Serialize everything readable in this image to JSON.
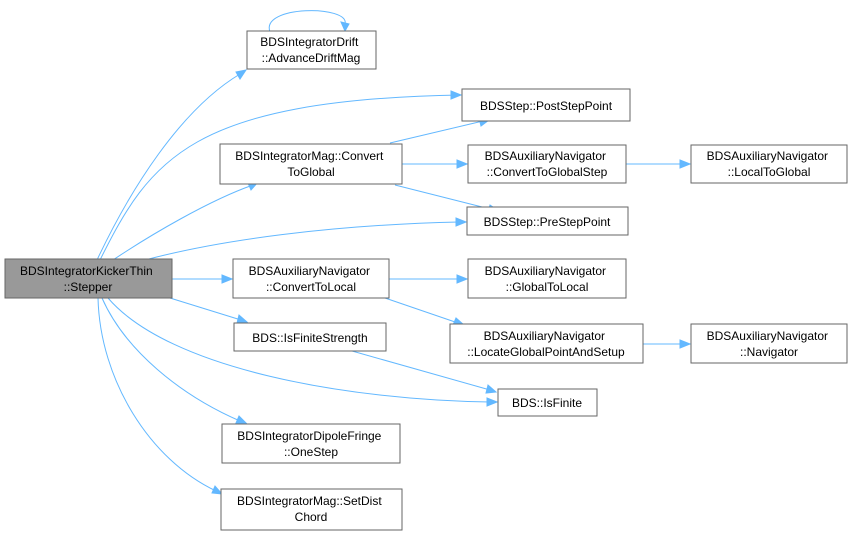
{
  "graph": {
    "nodes": {
      "stepper": {
        "lines": [
          "BDSIntegratorKickerThin",
          "::Stepper"
        ]
      },
      "advanceDriftMag": {
        "lines": [
          "BDSIntegratorDrift",
          "::AdvanceDriftMag"
        ]
      },
      "postStepPoint": {
        "lines": [
          "BDSStep::PostStepPoint"
        ]
      },
      "convertToGlobal": {
        "lines": [
          "BDSIntegratorMag::Convert",
          "ToGlobal"
        ]
      },
      "auxConvertToGlobalStep": {
        "lines": [
          "BDSAuxiliaryNavigator",
          "::ConvertToGlobalStep"
        ]
      },
      "auxLocalToGlobal": {
        "lines": [
          "BDSAuxiliaryNavigator",
          "::LocalToGlobal"
        ]
      },
      "preStepPoint": {
        "lines": [
          "BDSStep::PreStepPoint"
        ]
      },
      "auxConvertToLocal": {
        "lines": [
          "BDSAuxiliaryNavigator",
          "::ConvertToLocal"
        ]
      },
      "auxGlobalToLocal": {
        "lines": [
          "BDSAuxiliaryNavigator",
          "::GlobalToLocal"
        ]
      },
      "isFiniteStrength": {
        "lines": [
          "BDS::IsFiniteStrength"
        ]
      },
      "auxLocateGlobalPointAndSetup": {
        "lines": [
          "BDSAuxiliaryNavigator",
          "::LocateGlobalPointAndSetup"
        ]
      },
      "auxNavigator": {
        "lines": [
          "BDSAuxiliaryNavigator",
          "::Navigator"
        ]
      },
      "isFinite": {
        "lines": [
          "BDS::IsFinite"
        ]
      },
      "dipoleFringeOneStep": {
        "lines": [
          "BDSIntegratorDipoleFringe",
          "::OneStep"
        ]
      },
      "setDistChord": {
        "lines": [
          "BDSIntegratorMag::SetDist",
          "Chord"
        ]
      }
    },
    "edges": [
      {
        "from": "stepper",
        "to": "advanceDriftMag"
      },
      {
        "from": "advanceDriftMag",
        "to": "advanceDriftMag"
      },
      {
        "from": "stepper",
        "to": "postStepPoint"
      },
      {
        "from": "stepper",
        "to": "convertToGlobal"
      },
      {
        "from": "convertToGlobal",
        "to": "postStepPoint"
      },
      {
        "from": "convertToGlobal",
        "to": "auxConvertToGlobalStep"
      },
      {
        "from": "convertToGlobal",
        "to": "preStepPoint"
      },
      {
        "from": "auxConvertToGlobalStep",
        "to": "auxLocalToGlobal"
      },
      {
        "from": "stepper",
        "to": "preStepPoint"
      },
      {
        "from": "stepper",
        "to": "auxConvertToLocal"
      },
      {
        "from": "auxConvertToLocal",
        "to": "auxGlobalToLocal"
      },
      {
        "from": "auxConvertToLocal",
        "to": "auxLocateGlobalPointAndSetup"
      },
      {
        "from": "auxLocateGlobalPointAndSetup",
        "to": "auxNavigator"
      },
      {
        "from": "stepper",
        "to": "isFiniteStrength"
      },
      {
        "from": "isFiniteStrength",
        "to": "isFinite"
      },
      {
        "from": "stepper",
        "to": "isFinite"
      },
      {
        "from": "stepper",
        "to": "dipoleFringeOneStep"
      },
      {
        "from": "stepper",
        "to": "setDistChord"
      }
    ],
    "colors": {
      "root_fill": "#999999",
      "node_fill": "#ffffff",
      "node_border": "#666666",
      "edge": "#63b8ff",
      "text": "#000000"
    }
  }
}
